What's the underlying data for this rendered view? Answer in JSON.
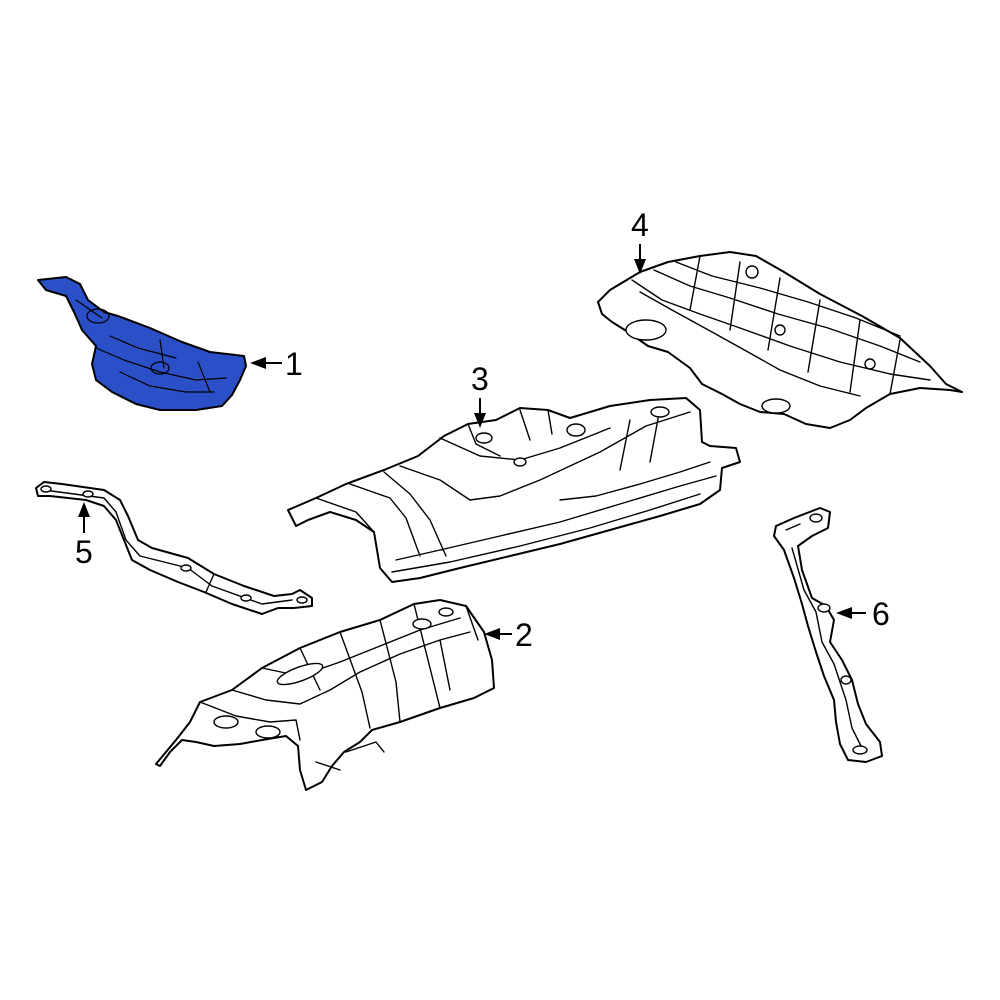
{
  "colors": {
    "highlight": "#2b4fc7",
    "line": "#000000",
    "background": "#ffffff"
  },
  "callouts": {
    "part1": "1",
    "part2": "2",
    "part3": "3",
    "part4": "4",
    "part5": "5",
    "part6": "6"
  },
  "highlighted_part": "1"
}
